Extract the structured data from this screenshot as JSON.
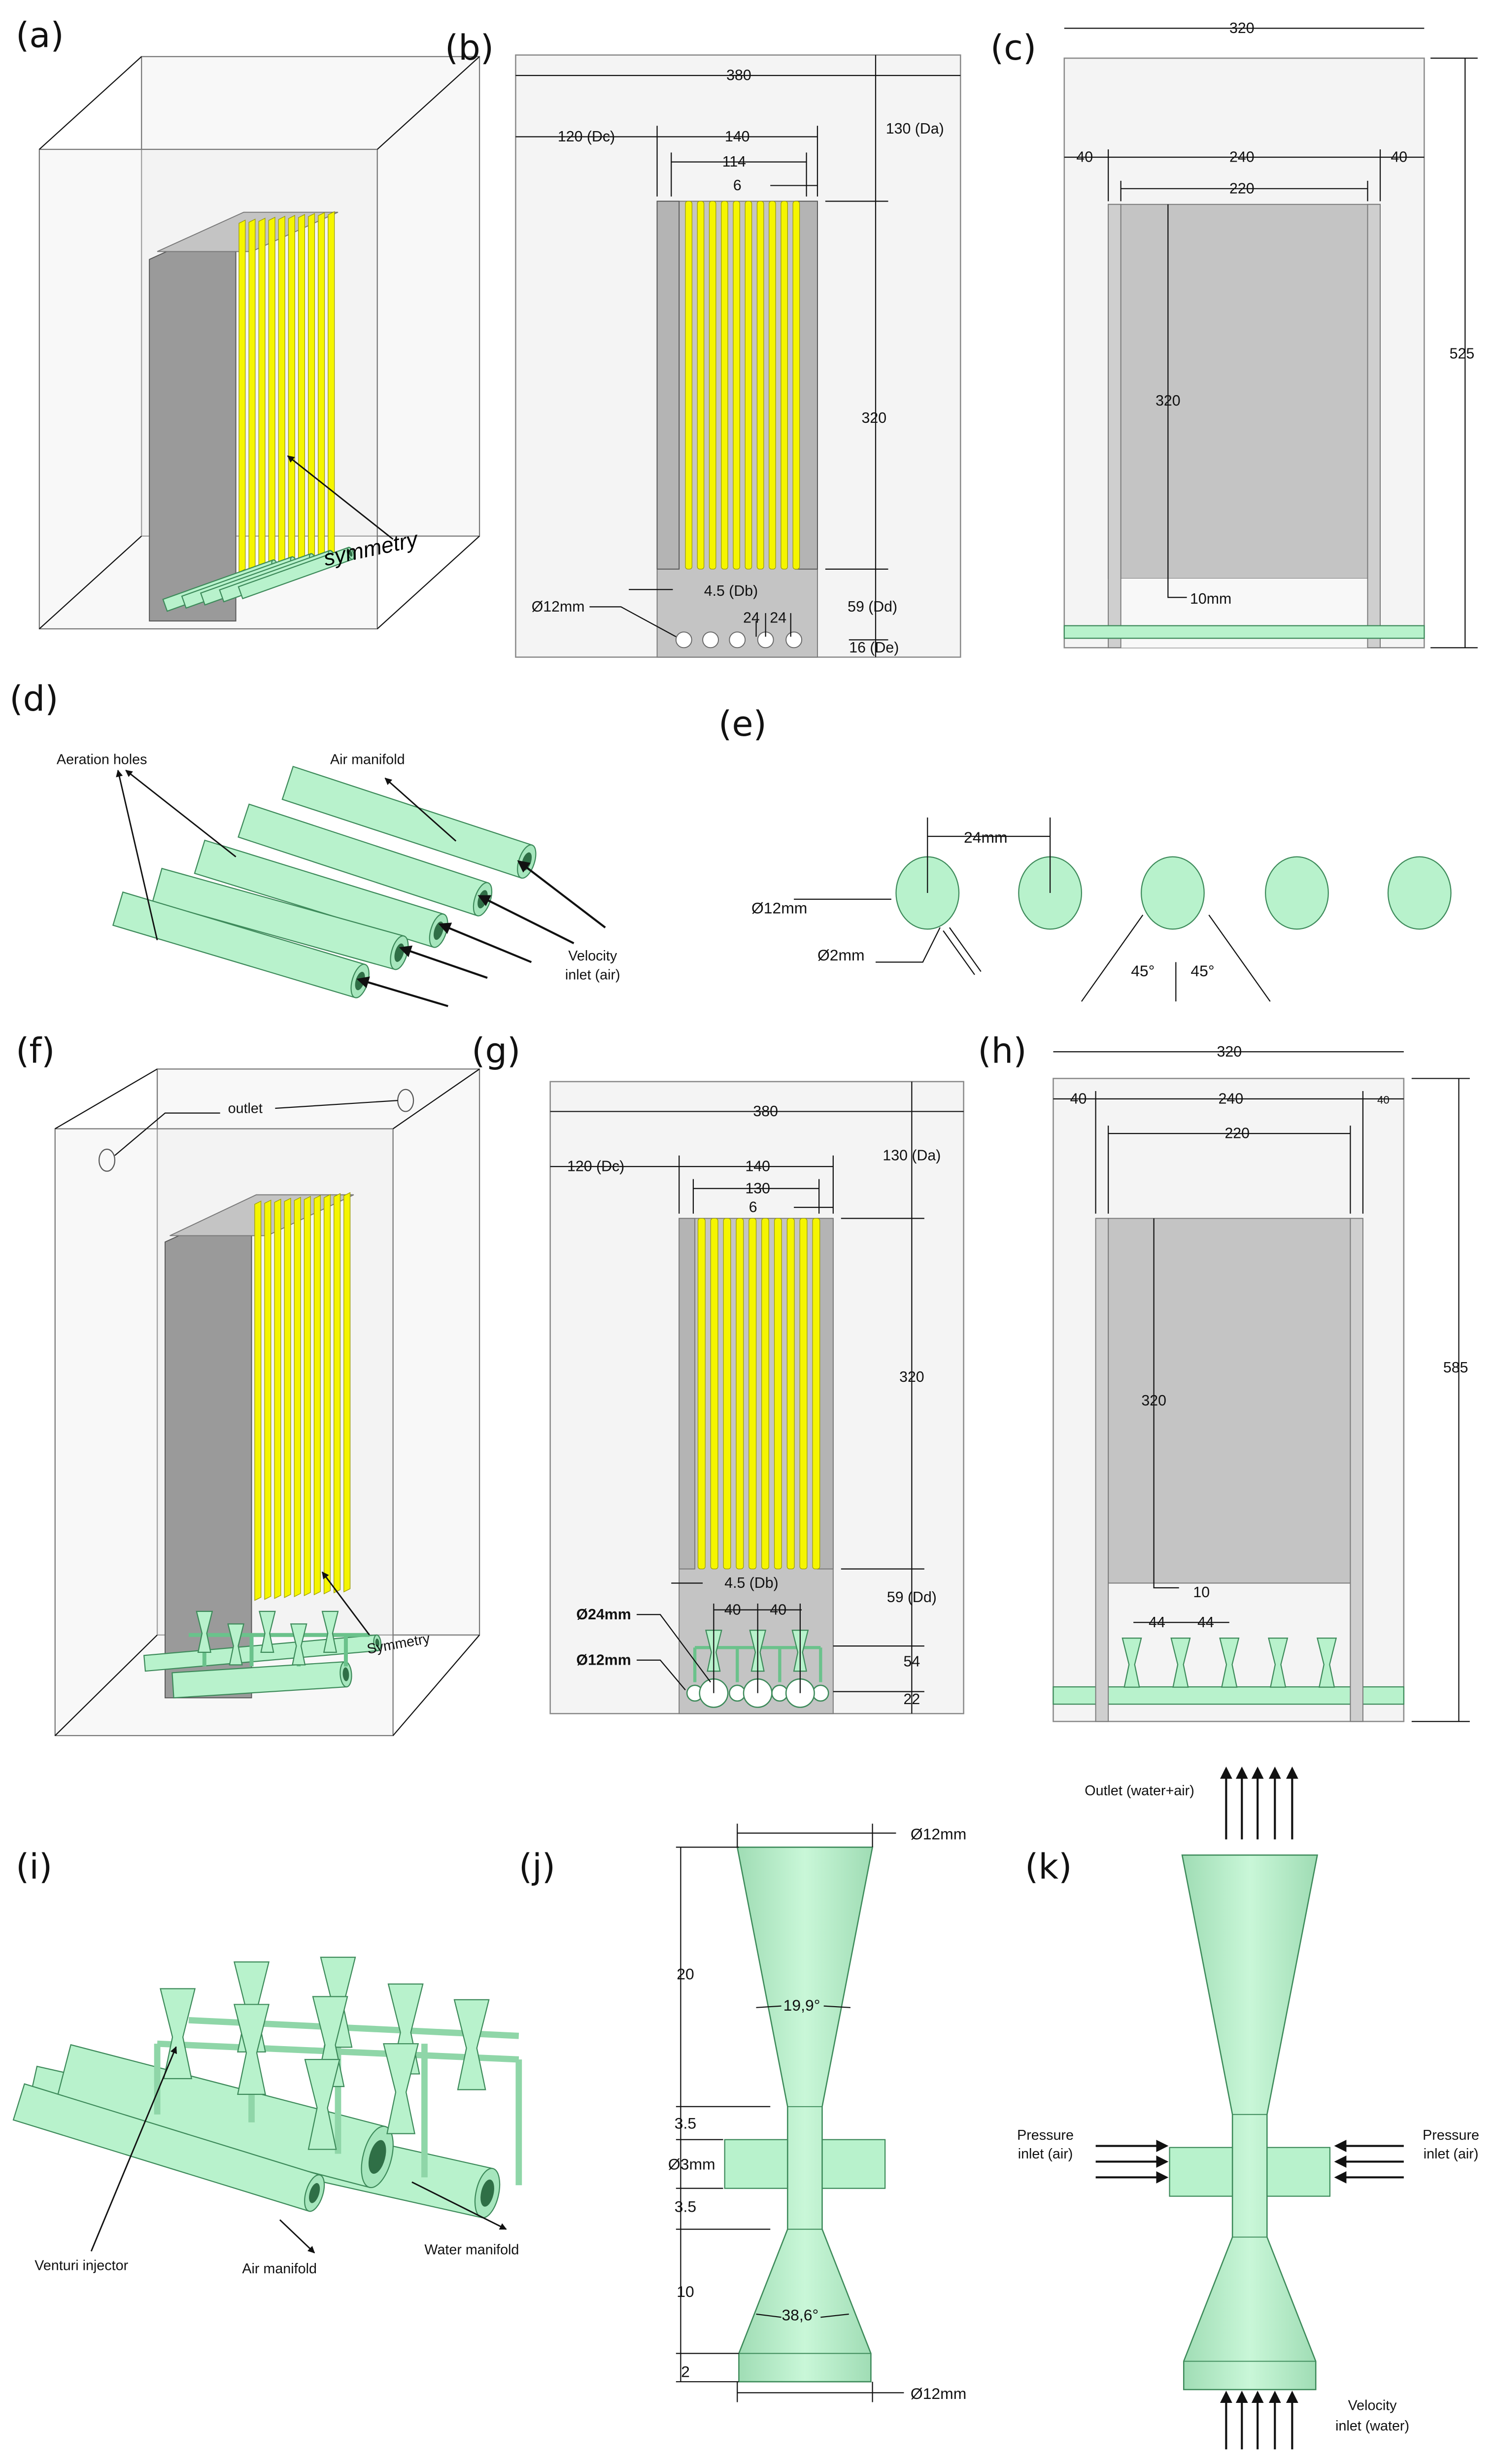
{
  "colors": {
    "fin": "#f5f500",
    "plate": "#c4c4c4",
    "plate_dark": "#9a9a9a",
    "pipe": "#b8f2cc",
    "domain": "#f4f4f4"
  },
  "panels": {
    "a": {
      "label": "(a)",
      "symmetry": "symmetry"
    },
    "b": {
      "label": "(b)",
      "width": "380",
      "dc": "120 (Dc)",
      "plate": "140",
      "fins": "114",
      "gap": "6",
      "da": "130 (Da)",
      "height": "320",
      "db": "4.5 (Db)",
      "dd": "59 (Dd)",
      "de": "16 (De)",
      "pitch1": "24",
      "pitch2": "24",
      "hole": "Ø12mm"
    },
    "c": {
      "label": "(c)",
      "width": "320",
      "left": "40",
      "outer": "240",
      "right": "40",
      "inner": "220",
      "height": "320",
      "gap": "10mm",
      "total": "525"
    },
    "d": {
      "label": "(d)",
      "aeration": "Aeration holes",
      "manifold": "Air manifold",
      "inlet1": "Velocity",
      "inlet2": "inlet (air)"
    },
    "e": {
      "label": "(e)",
      "pitch": "24mm",
      "pipe_d": "Ø12mm",
      "hole_d": "Ø2mm",
      "angle1": "45°",
      "angle2": "45°"
    },
    "f": {
      "label": "(f)",
      "outlet": "outlet",
      "symmetry": "Symmetry"
    },
    "g": {
      "label": "(g)",
      "width": "380",
      "dc": "120 (Dc)",
      "plate": "140",
      "fins": "130",
      "gap": "6",
      "da": "130 (Da)",
      "height": "320",
      "db": "4.5 (Db)",
      "dd": "59 (Dd)",
      "pitch1": "40",
      "pitch2": "40",
      "h54": "54",
      "h22": "22",
      "big": "Ø24mm",
      "small": "Ø12mm"
    },
    "h": {
      "label": "(h)",
      "width": "320",
      "left": "40",
      "outer": "240",
      "right": "40",
      "inner": "220",
      "height": "320",
      "gap": "10",
      "pitch1": "44",
      "pitch2": "44",
      "total": "585"
    },
    "i": {
      "label": "(i)",
      "injector": "Venturi injector",
      "air": "Air manifold",
      "water": "Water manifold"
    },
    "j": {
      "label": "(j)",
      "top_d": "Ø12mm",
      "l20": "20",
      "angle_top": "19,9°",
      "l35a": "3.5",
      "throat": "Ø3mm",
      "l35b": "3.5",
      "l10": "10",
      "angle_bottom": "38,6°",
      "l2": "2",
      "bottom_d": "Ø12mm"
    },
    "k": {
      "label": "(k)",
      "outlet": "Outlet (water+air)",
      "p_left1": "Pressure",
      "p_left2": "inlet (air)",
      "p_right1": "Pressure",
      "p_right2": "inlet (air)",
      "v1": "Velocity",
      "v2": "inlet (water)"
    }
  }
}
